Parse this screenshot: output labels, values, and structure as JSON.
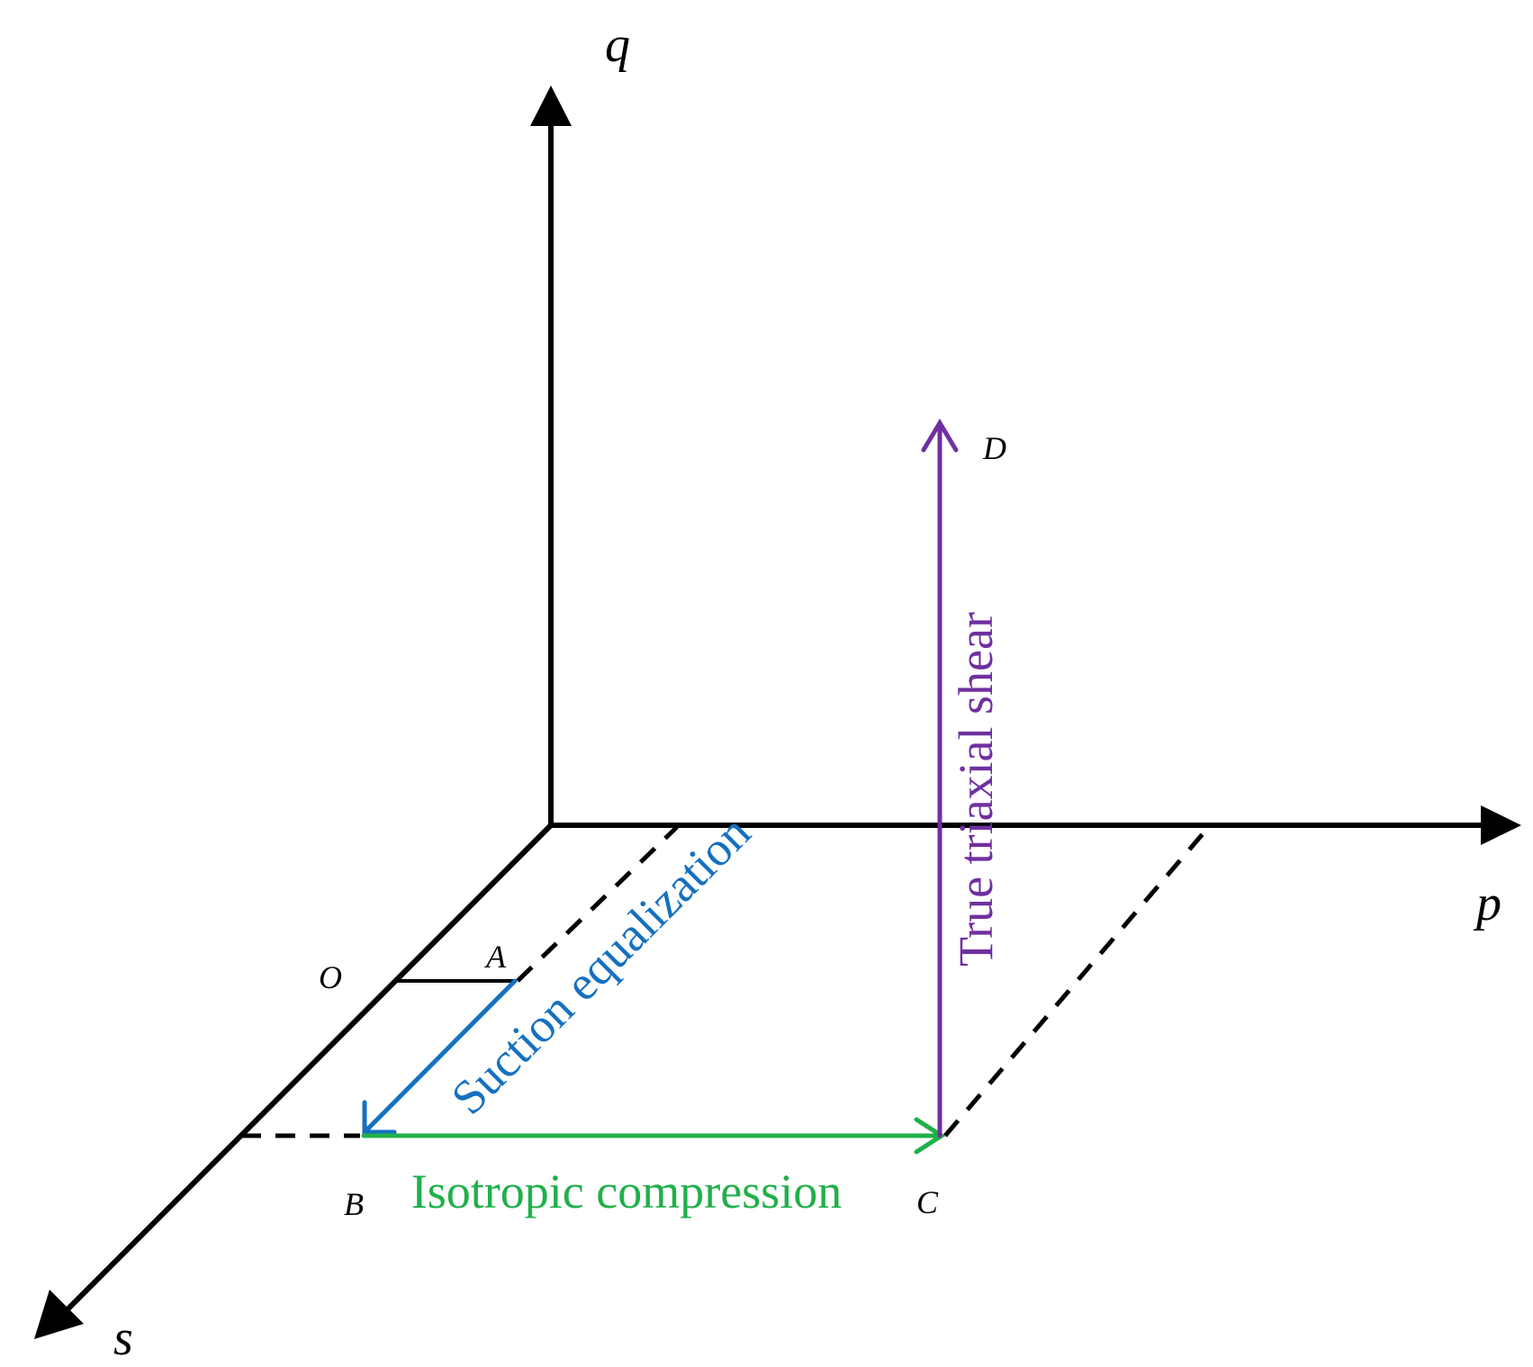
{
  "axes": {
    "q": "q",
    "p": "p",
    "s": "s"
  },
  "points": {
    "O": "O",
    "A": "A",
    "B": "B",
    "C": "C",
    "D": "D"
  },
  "stages": {
    "suction_equalization": "Suction equalization",
    "isotropic_compression": "Isotropic compression",
    "true_triaxial_shear": "True triaxial shear"
  },
  "colors": {
    "axes": "#000000",
    "suction_equalization": "#1570c0",
    "isotropic_compression": "#20b04a",
    "true_triaxial_shear": "#7030a0"
  }
}
